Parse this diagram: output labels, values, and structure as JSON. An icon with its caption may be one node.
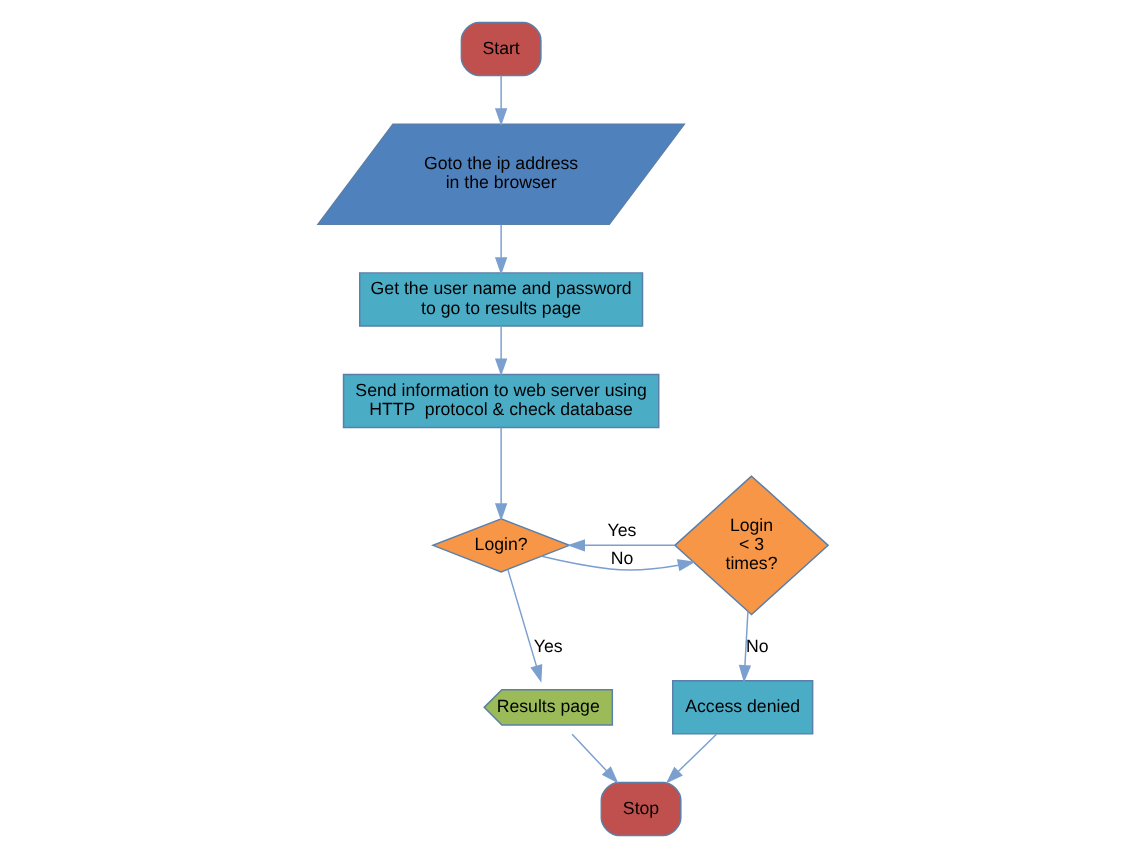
{
  "diagram": {
    "nodes": [
      {
        "text": [
          "Start"
        ]
      },
      {
        "text": [
          "Goto the ip address in the browser"
        ]
      },
      {
        "text": [
          "Get the user name and password to go to results page"
        ]
      },
      {
        "text": [
          "Send information to web server using HTTP  protocol & check database"
        ]
      },
      {
        "text": [
          "Login?"
        ]
      },
      {
        "text": [
          "Login < 3 times?"
        ]
      },
      {
        "text": [
          "Results page"
        ]
      },
      {
        "text": [
          "Access denied"
        ]
      },
      {
        "text": [
          "Stop"
        ]
      }
    ],
    "edges": [
      {
        "from": 0,
        "to": 1,
        "arrow": "to"
      },
      {
        "from": 1,
        "to": 2,
        "arrow": "to"
      },
      {
        "from": 2,
        "to": 3,
        "arrow": "to"
      },
      {
        "from": 3,
        "to": 4,
        "arrow": "to"
      },
      {
        "from": 4,
        "to": 5,
        "arrow": "to",
        "label": "No"
      },
      {
        "from": 5,
        "to": 4,
        "arrow": "to",
        "label": "Yes"
      },
      {
        "from": 4,
        "to": 6,
        "arrow": "to",
        "label": "Yes"
      },
      {
        "from": 5,
        "to": 7,
        "arrow": "to",
        "label": "No"
      },
      {
        "from": 6,
        "to": 8,
        "arrow": "to"
      },
      {
        "from": 7,
        "to": 8,
        "arrow": "to"
      }
    ]
  }
}
